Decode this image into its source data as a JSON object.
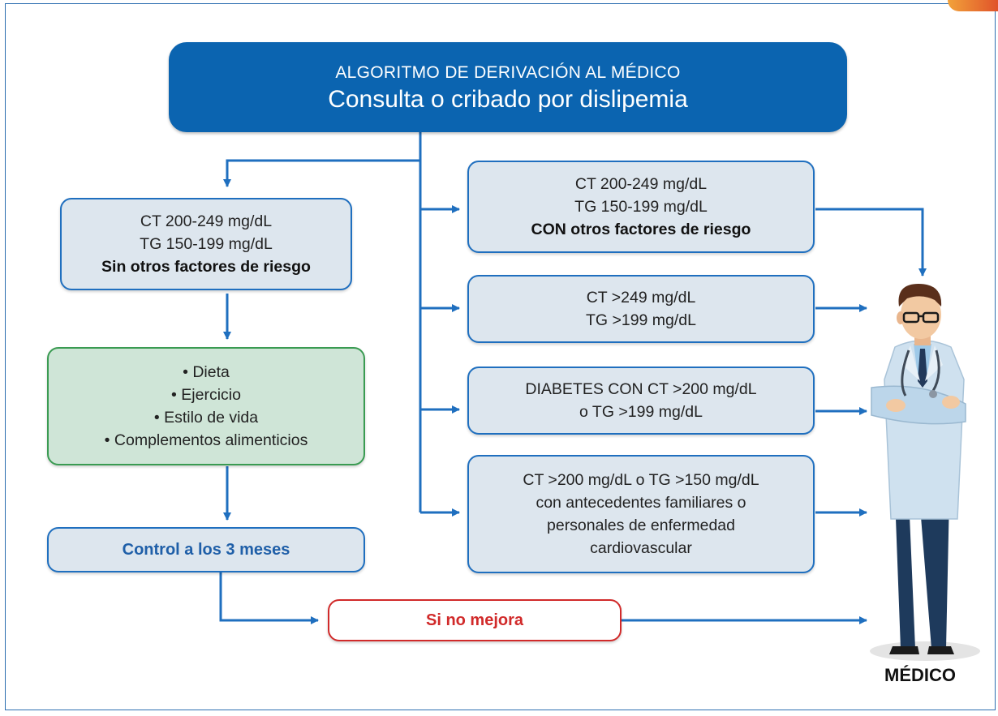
{
  "header": {
    "title": "ALGORITMO DE DERIVACIÓN AL MÉDICO",
    "subtitle": "Consulta o cribado por dislipemia"
  },
  "left": {
    "box1": {
      "line1": "CT 200-249 mg/dL",
      "line2": "TG 150-199 mg/dL",
      "line3": "Sin otros factores de riesgo"
    },
    "measures": [
      "• Dieta",
      "• Ejercicio",
      "• Estilo de vida",
      "• Complementos alimenticios"
    ],
    "control": "Control a los 3 meses"
  },
  "right": {
    "box1": {
      "line1": "CT 200-249 mg/dL",
      "line2": "TG 150-199 mg/dL",
      "line3": "CON otros factores de riesgo"
    },
    "box2": {
      "line1": "CT >249 mg/dL",
      "line2": "TG >199 mg/dL"
    },
    "box3": {
      "line1": "DIABETES CON CT >200 mg/dL",
      "line2": "o TG >199 mg/dL"
    },
    "box4": {
      "line1": "CT >200 mg/dL o TG >150 mg/dL",
      "line2": "con antecedentes familiares o",
      "line3": "personales de enfermedad",
      "line4": "cardiovascular"
    }
  },
  "no_improve": "Si no mejora",
  "doctor_label": "MÉDICO",
  "colors": {
    "header": "#0b64b0",
    "arrow": "#1f6fbf",
    "box_fill": "#dde6ee",
    "green_fill": "#cfe5d7",
    "red_border": "#d12a2a"
  },
  "icons": {
    "doctor": "doctor-illustration-icon"
  }
}
